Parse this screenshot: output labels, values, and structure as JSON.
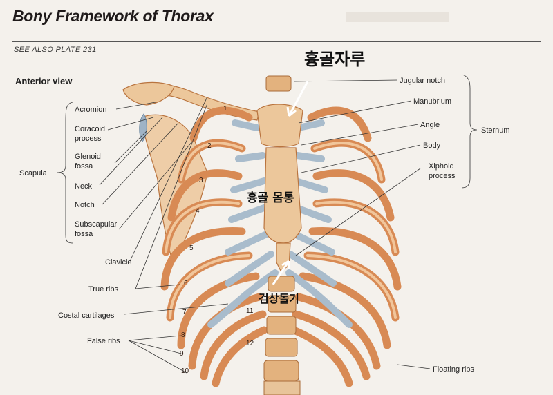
{
  "title": "Bony Framework of Thorax",
  "see_also": "SEE ALSO PLATE 231",
  "view": "Anterior view",
  "labels": {
    "acromion": "Acromion",
    "coracoid_1": "Coracoid",
    "coracoid_2": "process",
    "glenoid_1": "Glenoid",
    "glenoid_2": "fossa",
    "neck": "Neck",
    "notch": "Notch",
    "subscapular_1": "Subscapular",
    "subscapular_2": "fossa",
    "scapula": "Scapula",
    "clavicle": "Clavicle",
    "true_ribs": "True ribs",
    "costal_cartilages": "Costal cartilages",
    "false_ribs": "False ribs",
    "jugular_notch": "Jugular notch",
    "manubrium": "Manubrium",
    "angle": "Angle",
    "body": "Body",
    "xiphoid_1": "Xiphoid",
    "xiphoid_2": "process",
    "sternum": "Sternum",
    "floating_ribs": "Floating ribs"
  },
  "korean": {
    "manubrium": "흉골자루",
    "body": "흉골 몸통",
    "xiphoid": "검상돌기"
  },
  "rib_numbers": [
    "1",
    "2",
    "3",
    "4",
    "5",
    "6",
    "7",
    "8",
    "9",
    "10",
    "11",
    "12"
  ],
  "colors": {
    "bone": "#ecc79b",
    "rib": "#d88a54",
    "cartilage": "#a9bccc",
    "background": "#f4f1ec"
  }
}
